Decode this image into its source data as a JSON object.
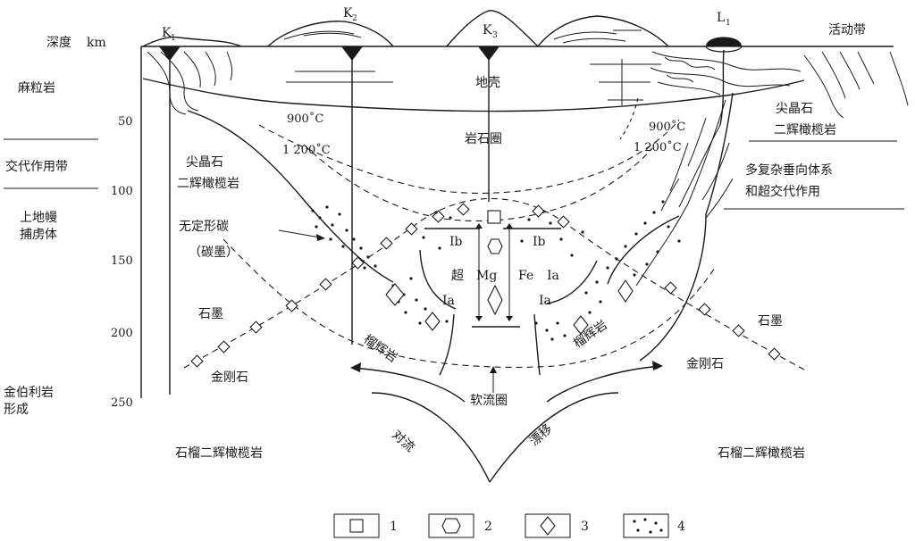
{
  "axis": {
    "title": "深度",
    "unit": "km",
    "ticks": [
      "50",
      "100",
      "150",
      "200",
      "250"
    ]
  },
  "kimberlites": [
    {
      "letter": "K",
      "index": "1"
    },
    {
      "letter": "K",
      "index": "2"
    },
    {
      "letter": "K",
      "index": "3"
    }
  ],
  "lamproite": {
    "letter": "L",
    "index": "1"
  },
  "left_labels": {
    "granulite": "麻粒岩",
    "metasomatism_zone": "交代作用带",
    "mantle_xenolith_line1": "上地幔",
    "mantle_xenolith_line2": "捕虏体",
    "kimberlite_formation_line1": "金伯利岩",
    "kimberlite_formation_line2": "形成"
  },
  "top_right": "活动带",
  "crust": "地壳",
  "lithosphere": "岩石圈",
  "asthenosphere": "软流圈",
  "temperatures": {
    "left_900": "900˚C",
    "left_1200": "1 200˚C",
    "right_900": "900˚C",
    "right_1200": "1 200˚C"
  },
  "spinel_left_line1": "尖晶石",
  "spinel_left_line2": "二辉橄榄岩",
  "spinel_right_line1": "尖晶石",
  "spinel_right_line2": "二辉橄榄岩",
  "complex_line1": "多复杂垂向体系",
  "complex_line2": "和超交代作用",
  "amorphous_carbon_line1": "无定形碳",
  "amorphous_carbon_line2": "（碳墨）",
  "graphite_left": "石墨",
  "graphite_right": "石墨",
  "diamond_left": "金刚石",
  "diamond_right": "金刚石",
  "garnet_lherzolite_left": "石榴二辉橄榄岩",
  "garnet_lherzolite_right": "石榴二辉橄榄岩",
  "harzburgite_left": "榴辉岩",
  "harzburgite_right": "榴辉岩",
  "convection": "对流",
  "drift": "漂移",
  "zone_labels": {
    "Ib_left": "Ⅰb",
    "Ib_right": "Ⅰb",
    "Ia_left": "Ⅰa",
    "Ia_right_top": "Ⅰa",
    "Ia_right_bottom": "Ⅰa",
    "ultra": "超",
    "Mg": "Mg",
    "Fe": "Fe"
  },
  "legend": [
    "1",
    "2",
    "3",
    "4"
  ]
}
